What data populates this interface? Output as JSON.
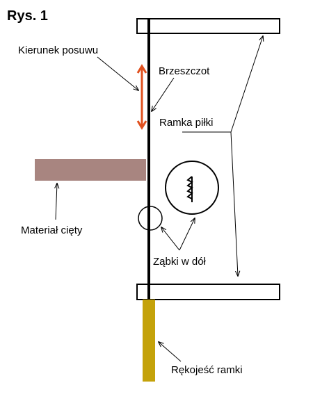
{
  "figure": {
    "title": "Rys. 1",
    "labels": {
      "feed_direction": "Kierunek posuwu",
      "blade": "Brzeszczot",
      "saw_frame": "Ramka piłki",
      "material": "Materiał cięty",
      "teeth_down": "Ząbki w dół",
      "frame_handle": "Rękojeść ramki"
    },
    "colors": {
      "feed_arrow": "#e0501e",
      "material": "#a88580",
      "handle": "#c4a20a",
      "blade": "#000000",
      "frame_outline": "#000000"
    },
    "icons": {
      "teeth_detail": "zigzag-teeth-icon"
    }
  }
}
